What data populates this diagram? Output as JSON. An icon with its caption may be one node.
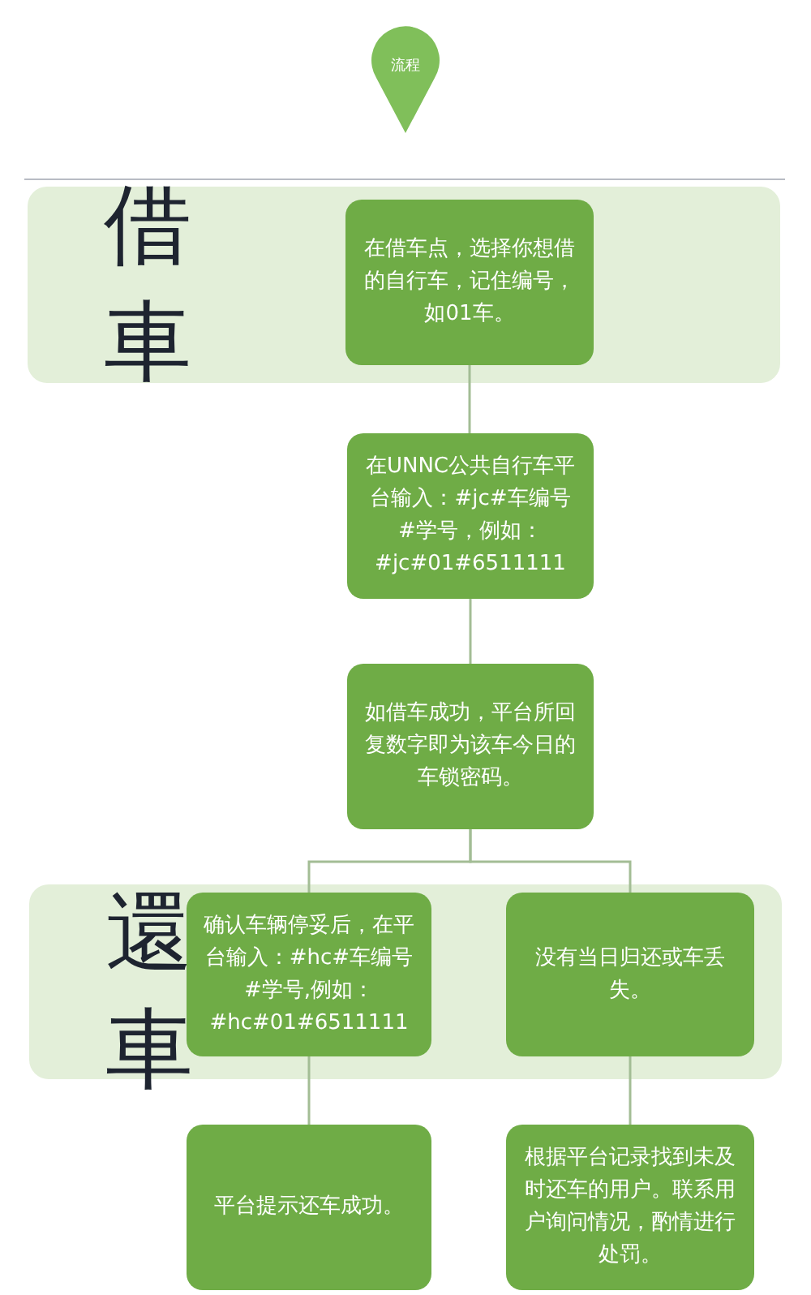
{
  "diagram": {
    "nodes": [
      {
        "text": [
          "流程"
        ]
      },
      {
        "text": [
          "借車"
        ]
      },
      {
        "text": [
          "在借车点，选择你想借的自行车，记住编号，如01车。"
        ],
        "in": 1
      },
      {
        "text": [
          "在UNNC公共自行车平台输入：#jc#车编号#学号，例如：#jc#01#6511111"
        ]
      },
      {
        "text": [
          "如借车成功，平台所回复数字即为该车今日的车锁密码。"
        ]
      },
      {
        "text": [
          "還車"
        ]
      },
      {
        "text": [
          "确认车辆停妥后，在平台输入：#hc#车编号#学号,例如：#hc#01#6511111"
        ],
        "in": 5
      },
      {
        "text": [
          "没有当日归还或车丢失。"
        ],
        "in": 5
      },
      {
        "text": [
          "平台提示还车成功。"
        ]
      },
      {
        "text": [
          "根据平台记录找到未及时还车的用户。联系用户询问情况，酌情进行处罚。"
        ]
      }
    ],
    "edges": [
      {
        "from": 2,
        "to": 3,
        "arrow": "none"
      },
      {
        "from": 3,
        "to": 4,
        "arrow": "none"
      },
      {
        "from": 4,
        "to": 6,
        "arrow": "none"
      },
      {
        "from": 4,
        "to": 7,
        "arrow": "none"
      },
      {
        "from": 6,
        "to": 8,
        "arrow": "none"
      },
      {
        "from": 7,
        "to": 9,
        "arrow": "none"
      }
    ]
  }
}
